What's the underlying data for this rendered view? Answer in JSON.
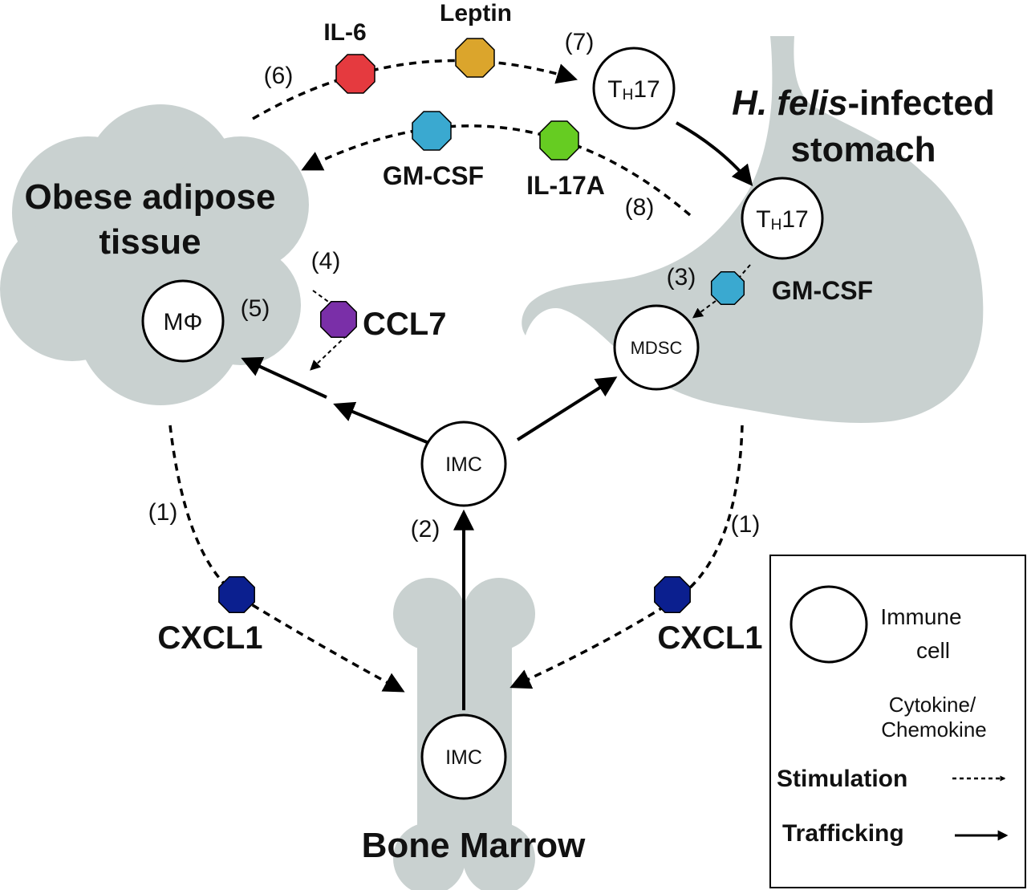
{
  "colors": {
    "organ": "#c9d1d0",
    "il6": "#e53a3f",
    "leptin": "#dba52c",
    "gmcsf": "#3aa9d0",
    "il17a": "#66cc22",
    "ccl7": "#7a2fa8",
    "cxcl1": "#0b1f8f",
    "legend_cytokine": "#000000"
  },
  "organs": {
    "adipose": [
      "Obese adipose",
      "tissue"
    ],
    "stomach_italic": "H. felis",
    "stomach_rest": "-infected",
    "stomach_line2": "stomach",
    "bone": "Bone Marrow"
  },
  "cells": {
    "th17_top": {
      "main": "T",
      "sub": "H",
      "rest": "17"
    },
    "th17_stomach": {
      "main": "T",
      "sub": "H",
      "rest": "17"
    },
    "mdsc": "MDSC",
    "macrophage": "MΦ",
    "imc_center": "IMC",
    "imc_bone": "IMC"
  },
  "cytokines": {
    "il6": "IL-6",
    "leptin": "Leptin",
    "gmcsf_top": "GM-CSF",
    "il17a": "IL-17A",
    "gmcsf_stomach": "GM-CSF",
    "ccl7": "CCL7",
    "cxcl1_left": "CXCL1",
    "cxcl1_right": "CXCL1"
  },
  "steps": {
    "s1_left": "(1)",
    "s1_right": "(1)",
    "s2": "(2)",
    "s3": "(3)",
    "s4": "(4)",
    "s5": "(5)",
    "s6": "(6)",
    "s7": "(7)",
    "s8": "(8)"
  },
  "legend": {
    "immune_line1": "Immune",
    "immune_line2": "cell",
    "cyto_line1": "Cytokine/",
    "cyto_line2": "Chemokine",
    "stimulation": "Stimulation",
    "trafficking": "Trafficking"
  }
}
